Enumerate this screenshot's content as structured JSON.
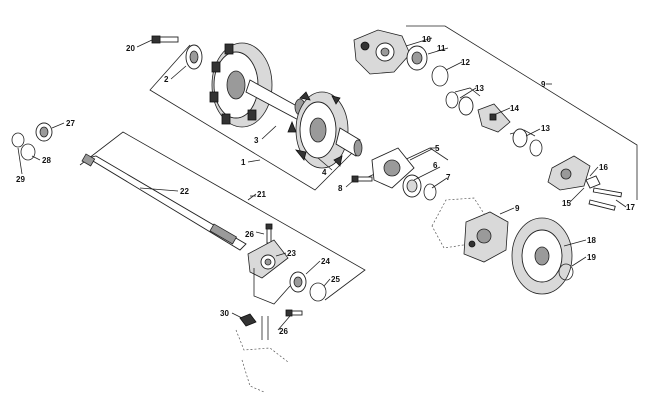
{
  "callouts": {
    "c1": "1",
    "c2": "2",
    "c3": "3",
    "c4": "4",
    "c5": "5",
    "c6": "6",
    "c7": "7",
    "c8": "8",
    "c9a": "9",
    "c9b": "9",
    "c10": "10",
    "c11": "11",
    "c12": "12",
    "c13a": "13",
    "c13b": "13",
    "c14": "14",
    "c15": "15",
    "c16": "16",
    "c17": "17",
    "c18": "18",
    "c19": "19",
    "c20": "20",
    "c21": "21",
    "c22": "22",
    "c23": "23",
    "c24": "24",
    "c25": "25",
    "c26a": "26",
    "c26b": "26",
    "c27": "27",
    "c28": "28",
    "c29": "29",
    "c30": "30"
  },
  "colors": {
    "ink": "#222222",
    "shade": "#9a9a9a",
    "light": "#d9d9d9",
    "background": "#ffffff"
  }
}
